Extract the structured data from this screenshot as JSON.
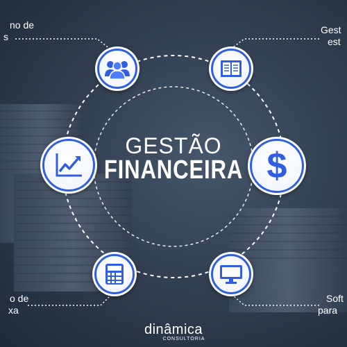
{
  "center": {
    "line1": "GESTÃO",
    "line2": "FINANCEIRA"
  },
  "labels": {
    "top_left": [
      "no de",
      "s"
    ],
    "top_right": [
      "Gest",
      "est"
    ],
    "bottom_left": [
      "o de",
      "xa"
    ],
    "bottom_right": [
      "Soft",
      "para"
    ]
  },
  "nodes": [
    {
      "icon": "team-icon"
    },
    {
      "icon": "document-icon"
    },
    {
      "icon": "growth-chart-icon"
    },
    {
      "icon": "dollar-icon"
    },
    {
      "icon": "calculator-icon"
    },
    {
      "icon": "monitor-icon"
    }
  ],
  "brand": {
    "name": "dinâmica",
    "tagline": "CONSULTORIA"
  },
  "colors": {
    "accent": "#2f5fe0",
    "background": "#3c4c60",
    "text": "#ffffff"
  }
}
